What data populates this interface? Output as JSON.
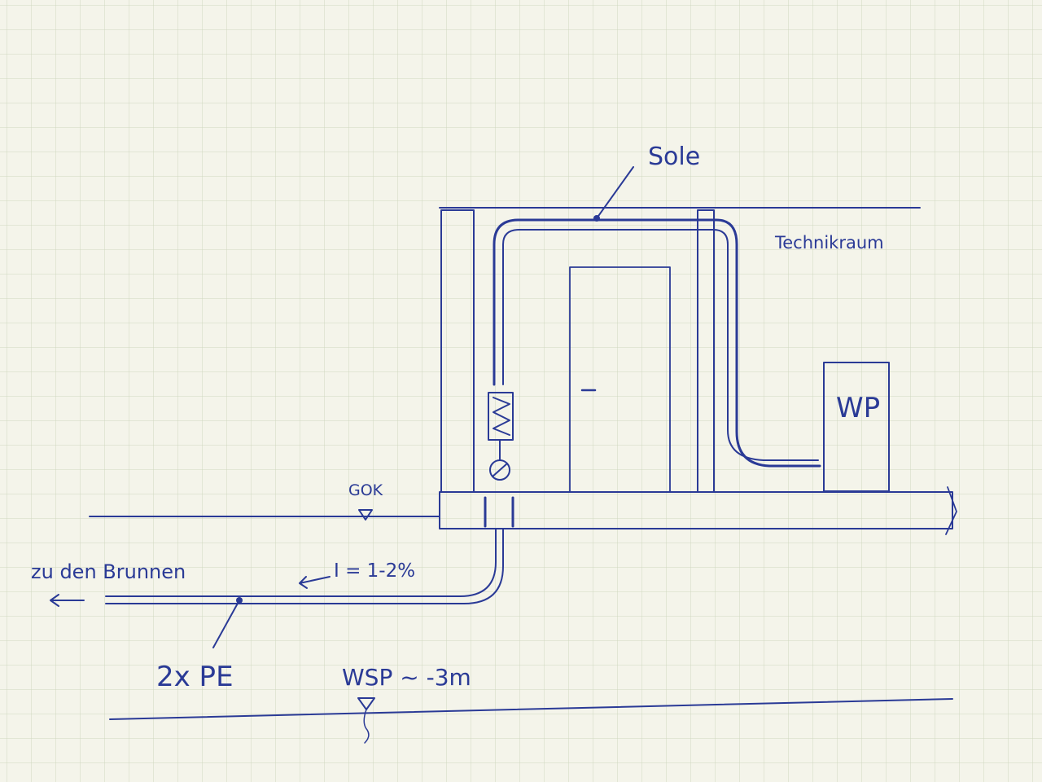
{
  "labels": {
    "sole": "Sole",
    "technikraum": "Technikraum",
    "wp": "WP",
    "gok": "GOK",
    "zu_den_brunnen": "zu den Brunnen",
    "gefaelle": "I = 1-2%",
    "pe": "2x PE",
    "wsp": "WSP ~ -3m"
  },
  "colors": {
    "paper": "#f4f4ea",
    "grid": "#cfd8c0",
    "ink": "#2a3a96"
  }
}
